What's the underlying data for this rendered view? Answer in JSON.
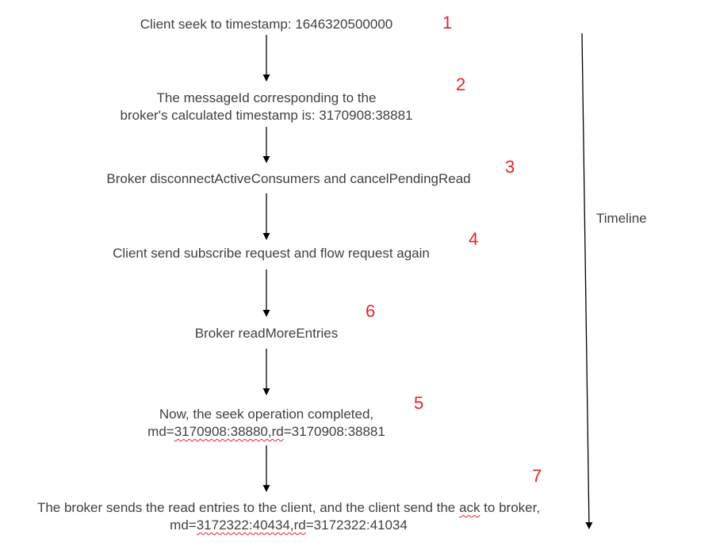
{
  "steps": [
    {
      "text": "Client seek to timestamp:  1646320500000",
      "number": "1"
    },
    {
      "line1": "The messageId corresponding to the",
      "line2": "broker's calculated timestamp is: 3170908:38881",
      "number": "2"
    },
    {
      "text": "Broker disconnectActiveConsumers and cancelPendingRead",
      "number": "3"
    },
    {
      "text": "Client send subscribe request and flow request again",
      "number": "4"
    },
    {
      "text": "Broker readMoreEntries",
      "number": "6"
    },
    {
      "line1": "Now, the seek operation completed,",
      "line2_a": "md=",
      "line2_b": "3170908:38880,rd",
      "line2_c": "=3170908:38881",
      "number": "5"
    },
    {
      "line1_a": "The broker sends the read entries to the client, and the client send the ",
      "line1_b": "ack",
      "line1_c": " to broker,",
      "line2_a": "md=",
      "line2_b": "3172322:40434,rd",
      "line2_c": "=3172322:41034",
      "number": "7"
    }
  ],
  "timeline": {
    "label": "Timeline"
  },
  "colors": {
    "text": "#404040",
    "number": "#e8202a",
    "arrow": "#000000"
  }
}
